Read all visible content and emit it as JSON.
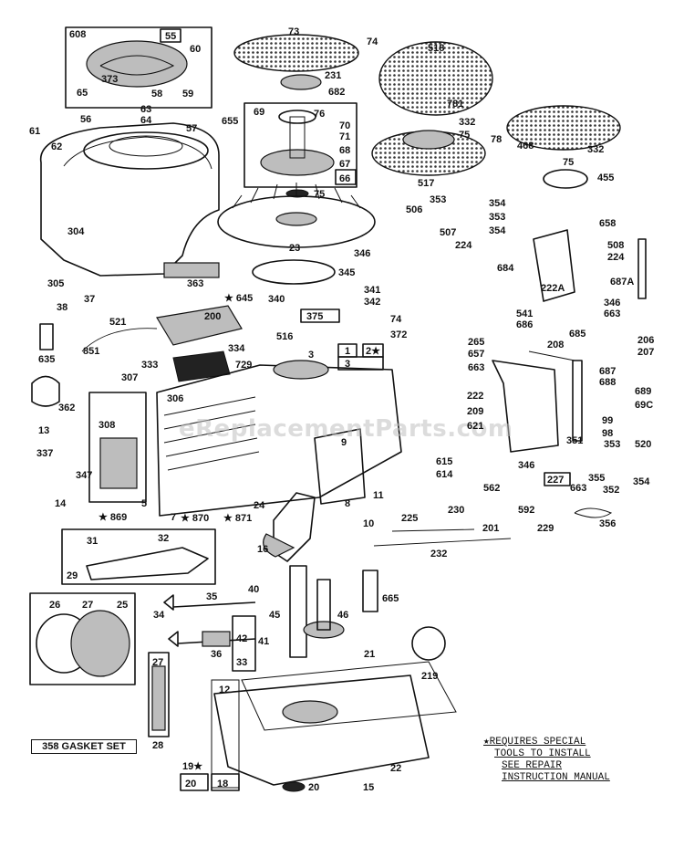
{
  "watermark": "eReplacementParts.com",
  "note": {
    "line1": "★REQUIRES SPECIAL",
    "line2": "TOOLS TO INSTALL",
    "line3": "SEE REPAIR",
    "line4": "INSTRUCTION MANUAL"
  },
  "gasket_set_label": "358 GASKET SET",
  "callouts": {
    "c608": "608",
    "c55": "55",
    "c60": "60",
    "c373": "373",
    "c65": "65",
    "c58": "58",
    "c59": "59",
    "c61": "61",
    "c63": "63",
    "c64": "64",
    "c56": "56",
    "c57": "57",
    "c62": "62",
    "c304": "304",
    "c305": "305",
    "c38": "38",
    "c37": "37",
    "c73": "73",
    "c74a": "74",
    "c231": "231",
    "c682": "682",
    "c655": "655",
    "c69": "69",
    "c76": "76",
    "c70": "70",
    "c71": "71",
    "c68": "68",
    "c67": "67",
    "c66": "66",
    "c75a": "75",
    "c518": "518",
    "c781": "781",
    "c332a": "332",
    "c75b": "75",
    "c78": "78",
    "c517": "517",
    "c468": "468",
    "c332b": "332",
    "c75c": "75",
    "c455": "455",
    "c506": "506",
    "c353a": "353",
    "c354a": "354",
    "c353b": "353",
    "c354b": "354",
    "c507": "507",
    "c224a": "224",
    "c23": "23",
    "c346a": "346",
    "c345": "345",
    "c658": "658",
    "c508": "508",
    "c224b": "224",
    "c684": "684",
    "c687A": "687A",
    "c222A": "222A",
    "c346b": "346",
    "c663a": "663",
    "c541": "541",
    "c686": "686",
    "c685": "685",
    "c363": "363",
    "c645": "★ 645",
    "c340": "340",
    "c341": "341",
    "c342": "342",
    "c375": "375",
    "c74b": "74",
    "c372": "372",
    "c516": "516",
    "c521": "521",
    "c200": "200",
    "c851": "851",
    "c635": "635",
    "c334": "334",
    "c333": "333",
    "c729": "729",
    "c3a": "3",
    "c1": "1",
    "c2": "2★",
    "c3b": "3",
    "c265": "265",
    "c657": "657",
    "c208": "208",
    "c206": "206",
    "c207": "207",
    "c663b": "663",
    "c687": "687",
    "c688": "688",
    "c689": "689",
    "c690": "69C",
    "c222": "222",
    "c209": "209",
    "c621": "621",
    "c99": "99",
    "c98": "98",
    "c307": "307",
    "c306": "306",
    "c362": "362",
    "c13": "13",
    "c308": "308",
    "c337": "337",
    "c347": "347",
    "c9": "9",
    "c615": "615",
    "c614": "614",
    "c11": "11",
    "c8": "8",
    "c351": "351",
    "c353c": "353",
    "c520": "520",
    "c346c": "346",
    "c227": "227",
    "c562": "562",
    "c355": "355",
    "c352": "352",
    "c354c": "354",
    "c663c": "663",
    "c14": "14",
    "c5": "5",
    "c7": "7",
    "c869": "★ 869",
    "c870": "★ 870",
    "c871": "★ 871",
    "c24": "24",
    "c10": "10",
    "c225": "225",
    "c230": "230",
    "c592": "592",
    "c356": "356",
    "c31": "31",
    "c32": "32",
    "c29": "29",
    "c201": "201",
    "c229": "229",
    "c232": "232",
    "c16": "16",
    "c26": "26",
    "c27a": "27",
    "c25": "25",
    "c35": "35",
    "c40": "40",
    "c34": "34",
    "c45": "45",
    "c46": "46",
    "c665": "665",
    "c36": "36",
    "c42": "42",
    "c41": "41",
    "c33": "33",
    "c21": "21",
    "c219": "219",
    "c27b": "27",
    "c28": "28",
    "c12": "12",
    "c19": "19★",
    "c20a": "20",
    "c18": "18",
    "c20b": "20",
    "c15": "15",
    "c22": "22"
  }
}
